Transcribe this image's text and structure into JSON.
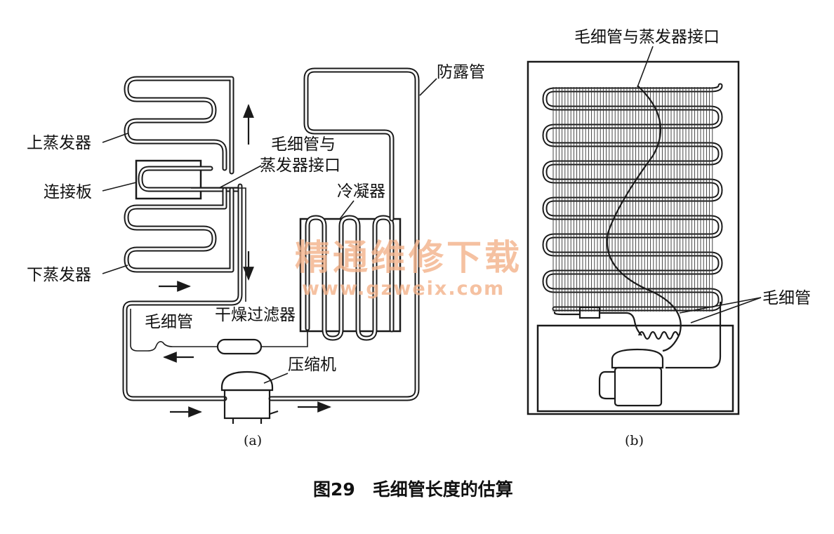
{
  "figure_caption": "图29　毛细管长度的估算",
  "panel_a": {
    "caption": "(a)",
    "labels": {
      "upper_evaporator": "上蒸发器",
      "connecting_plate": "连接板",
      "lower_evaporator": "下蒸发器",
      "capillary_joint_line1": "毛细管与",
      "capillary_joint_line2": "蒸发器接口",
      "condenser": "冷凝器",
      "anti_dew_pipe": "防露管",
      "capillary": "毛细管",
      "dryer_filter": "干燥过滤器",
      "compressor": "压缩机"
    }
  },
  "panel_b": {
    "caption": "(b)",
    "labels": {
      "capillary_joint": "毛细管与蒸发器接口",
      "capillary": "毛细管"
    }
  },
  "watermark": {
    "text": "精通维修下载",
    "url": "www.gzweix.com",
    "color": "#f3b48d"
  }
}
